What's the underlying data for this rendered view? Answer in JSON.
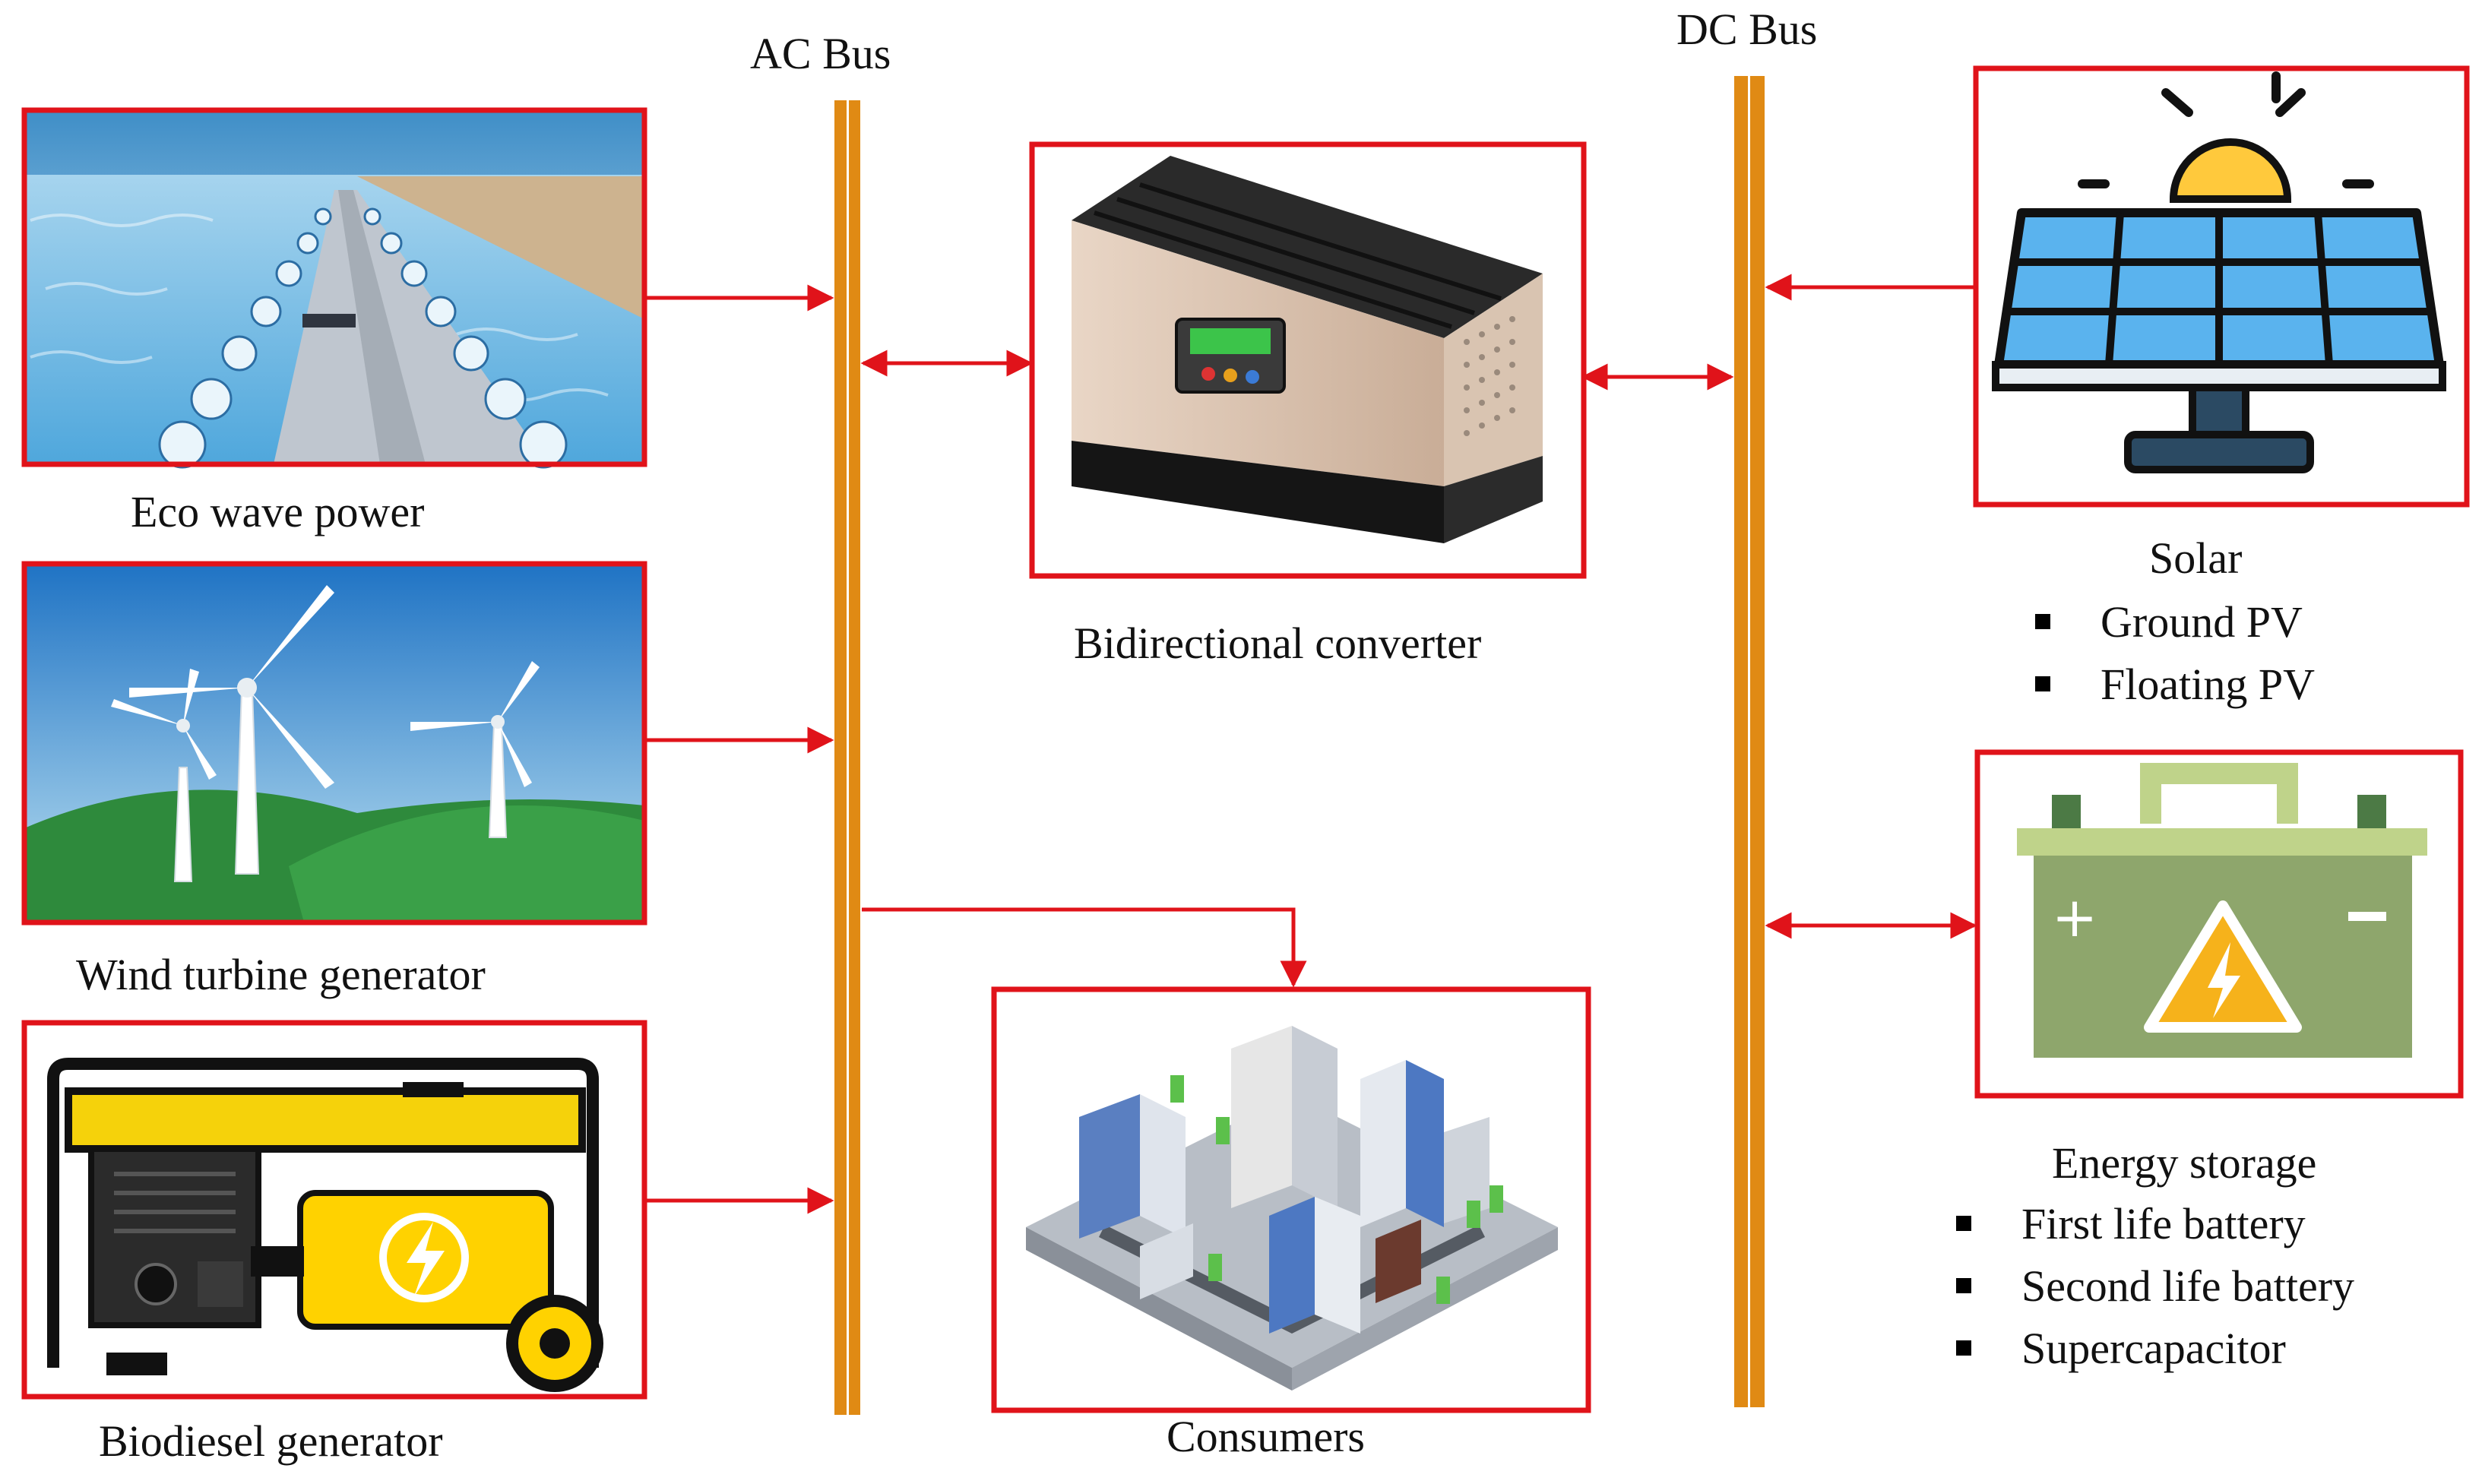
{
  "buses": {
    "ac": "AC Bus",
    "dc": "DC Bus"
  },
  "components": {
    "wave": {
      "label": "Eco wave power"
    },
    "wind": {
      "label": "Wind turbine generator"
    },
    "biodiesel": {
      "label": "Biodiesel generator"
    },
    "converter": {
      "label": "Bidirectional converter"
    },
    "consumers": {
      "label": "Consumers"
    },
    "solar": {
      "label": "Solar",
      "items": [
        "Ground  PV",
        "Floating PV"
      ]
    },
    "storage": {
      "label": "Energy storage",
      "items": [
        "First life battery",
        "Second life battery",
        "Supercapacitor"
      ]
    }
  },
  "colors": {
    "frame": "#e0131a",
    "arrow": "#e0131a",
    "bus": "#e08a14",
    "bus_dark": "#b86b08"
  },
  "icons": {
    "wave": "wave-power-plant-icon",
    "wind": "wind-turbines-icon",
    "biodiesel": "generator-icon",
    "converter": "inverter-icon",
    "consumers": "city-icon",
    "solar": "solar-panel-icon",
    "storage": "battery-icon"
  }
}
